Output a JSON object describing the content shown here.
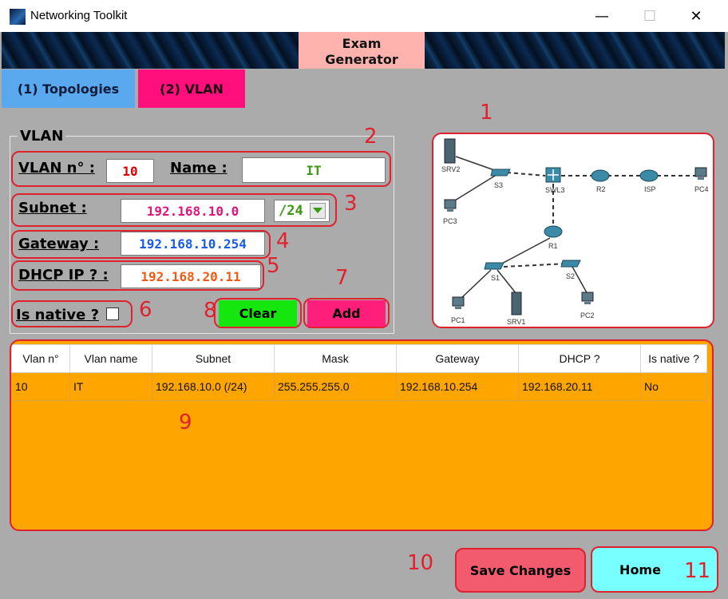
{
  "window": {
    "title": "Networking Toolkit",
    "minimize": "—",
    "maximize": "☐",
    "close": "✕"
  },
  "header": {
    "exam_line1": "Exam",
    "exam_line2": "Generator"
  },
  "tabs": [
    {
      "label": "(1) Topologies"
    },
    {
      "label": "(2) VLAN"
    }
  ],
  "form": {
    "group_title": "VLAN",
    "vlan_no_label": "VLAN n° :",
    "vlan_no_value": "10",
    "name_label": "Name :",
    "name_value": "IT",
    "subnet_label": "Subnet :",
    "subnet_value": "192.168.10.0",
    "mask_value": "/24",
    "gateway_label": "Gateway :",
    "gateway_value": "192.168.10.254",
    "dhcp_label": "DHCP IP ? :",
    "dhcp_value": "192.168.20.11",
    "native_label": "Is native ?",
    "clear_label": "Clear",
    "add_label": "Add"
  },
  "table": {
    "headers": [
      "Vlan n°",
      "Vlan name",
      "Subnet",
      "Mask",
      "Gateway",
      "DHCP ?",
      "Is native ?"
    ],
    "rows": [
      [
        "10",
        "IT",
        "192.168.10.0 (/24)",
        "255.255.255.0",
        "192.168.10.254",
        "192.168.20.11",
        "No"
      ]
    ]
  },
  "topology": {
    "nodes": [
      "SRV2",
      "S3",
      "SWL3",
      "R2",
      "ISP",
      "PC4",
      "PC3",
      "R1",
      "S1",
      "S2",
      "PC1",
      "SRV1",
      "PC2"
    ]
  },
  "footer": {
    "save_label": "Save Changes",
    "home_label": "Home"
  },
  "annotations": [
    "1",
    "2",
    "3",
    "4",
    "5",
    "6",
    "7",
    "8",
    "9",
    "10",
    "11"
  ],
  "colors": {
    "background": "#ababab",
    "tab_topologies": "#5aa8ee",
    "tab_vlan": "#ff0f7b",
    "exam_tab": "#ffb3ae",
    "clear_button": "#14e60e",
    "add_button": "#ff1f7a",
    "table_area": "#ffa500",
    "save_button": "#f25a6e",
    "home_button": "#78ffff",
    "annotation_red": "#e0212e",
    "vlan_no_text": "#e00000",
    "name_text": "#3a9a10",
    "subnet_text": "#e0147a",
    "gateway_text": "#1a5ae8",
    "dhcp_text": "#f05a14"
  }
}
